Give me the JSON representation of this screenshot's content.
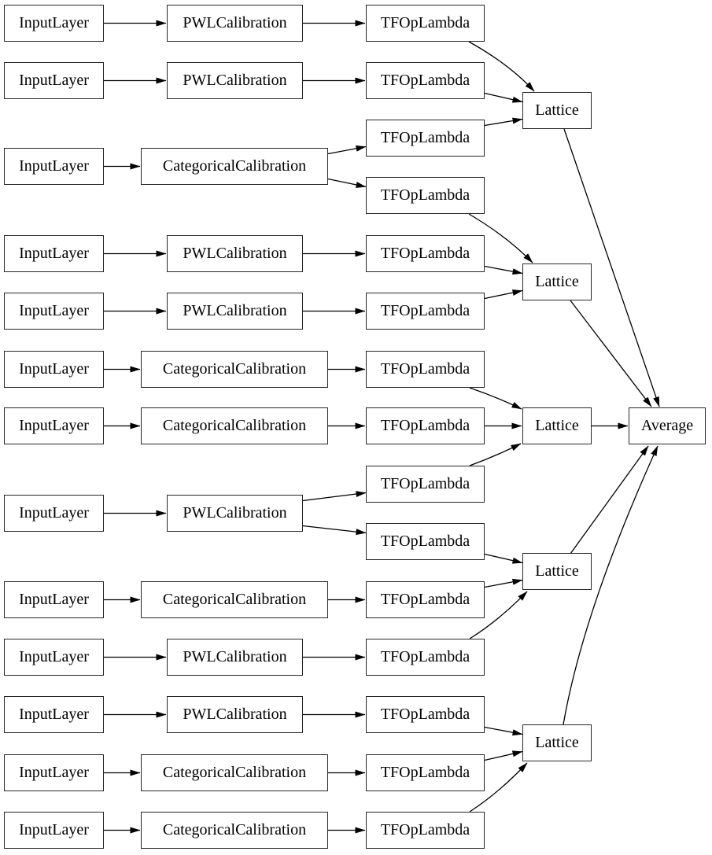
{
  "diagram": {
    "kind": "keras-model-graph",
    "colors": {
      "background": "#ffffff",
      "node_fill": "#ffffff",
      "node_border": "#262626",
      "edge": "#000000",
      "text": "#000000"
    },
    "nodes": [
      {
        "id": "input0",
        "type": "InputLayer",
        "label": "InputLayer"
      },
      {
        "id": "input1",
        "type": "InputLayer",
        "label": "InputLayer"
      },
      {
        "id": "input2",
        "type": "InputLayer",
        "label": "InputLayer"
      },
      {
        "id": "input3",
        "type": "InputLayer",
        "label": "InputLayer"
      },
      {
        "id": "input4",
        "type": "InputLayer",
        "label": "InputLayer"
      },
      {
        "id": "input5",
        "type": "InputLayer",
        "label": "InputLayer"
      },
      {
        "id": "input6",
        "type": "InputLayer",
        "label": "InputLayer"
      },
      {
        "id": "input7",
        "type": "InputLayer",
        "label": "InputLayer"
      },
      {
        "id": "input8",
        "type": "InputLayer",
        "label": "InputLayer"
      },
      {
        "id": "input9",
        "type": "InputLayer",
        "label": "InputLayer"
      },
      {
        "id": "input10",
        "type": "InputLayer",
        "label": "InputLayer"
      },
      {
        "id": "input11",
        "type": "InputLayer",
        "label": "InputLayer"
      },
      {
        "id": "input12",
        "type": "InputLayer",
        "label": "InputLayer"
      },
      {
        "id": "cal0",
        "type": "PWLCalibration",
        "label": "PWLCalibration"
      },
      {
        "id": "cal1",
        "type": "PWLCalibration",
        "label": "PWLCalibration"
      },
      {
        "id": "cal2",
        "type": "CategoricalCalibration",
        "label": "CategoricalCalibration"
      },
      {
        "id": "cal3",
        "type": "PWLCalibration",
        "label": "PWLCalibration"
      },
      {
        "id": "cal4",
        "type": "PWLCalibration",
        "label": "PWLCalibration"
      },
      {
        "id": "cal5",
        "type": "CategoricalCalibration",
        "label": "CategoricalCalibration"
      },
      {
        "id": "cal6",
        "type": "CategoricalCalibration",
        "label": "CategoricalCalibration"
      },
      {
        "id": "cal7",
        "type": "PWLCalibration",
        "label": "PWLCalibration"
      },
      {
        "id": "cal8",
        "type": "CategoricalCalibration",
        "label": "CategoricalCalibration"
      },
      {
        "id": "cal9",
        "type": "PWLCalibration",
        "label": "PWLCalibration"
      },
      {
        "id": "cal10",
        "type": "PWLCalibration",
        "label": "PWLCalibration"
      },
      {
        "id": "cal11",
        "type": "CategoricalCalibration",
        "label": "CategoricalCalibration"
      },
      {
        "id": "cal12",
        "type": "CategoricalCalibration",
        "label": "CategoricalCalibration"
      },
      {
        "id": "tfop0",
        "type": "TFOpLambda",
        "label": "TFOpLambda"
      },
      {
        "id": "tfop1",
        "type": "TFOpLambda",
        "label": "TFOpLambda"
      },
      {
        "id": "tfop2",
        "type": "TFOpLambda",
        "label": "TFOpLambda"
      },
      {
        "id": "tfop3",
        "type": "TFOpLambda",
        "label": "TFOpLambda"
      },
      {
        "id": "tfop4",
        "type": "TFOpLambda",
        "label": "TFOpLambda"
      },
      {
        "id": "tfop5",
        "type": "TFOpLambda",
        "label": "TFOpLambda"
      },
      {
        "id": "tfop6",
        "type": "TFOpLambda",
        "label": "TFOpLambda"
      },
      {
        "id": "tfop7",
        "type": "TFOpLambda",
        "label": "TFOpLambda"
      },
      {
        "id": "tfop8",
        "type": "TFOpLambda",
        "label": "TFOpLambda"
      },
      {
        "id": "tfop9",
        "type": "TFOpLambda",
        "label": "TFOpLambda"
      },
      {
        "id": "tfop10",
        "type": "TFOpLambda",
        "label": "TFOpLambda"
      },
      {
        "id": "tfop11",
        "type": "TFOpLambda",
        "label": "TFOpLambda"
      },
      {
        "id": "tfop12",
        "type": "TFOpLambda",
        "label": "TFOpLambda"
      },
      {
        "id": "tfop13",
        "type": "TFOpLambda",
        "label": "TFOpLambda"
      },
      {
        "id": "tfop14",
        "type": "TFOpLambda",
        "label": "TFOpLambda"
      },
      {
        "id": "lattice0",
        "type": "Lattice",
        "label": "Lattice"
      },
      {
        "id": "lattice1",
        "type": "Lattice",
        "label": "Lattice"
      },
      {
        "id": "lattice2",
        "type": "Lattice",
        "label": "Lattice"
      },
      {
        "id": "lattice3",
        "type": "Lattice",
        "label": "Lattice"
      },
      {
        "id": "lattice4",
        "type": "Lattice",
        "label": "Lattice"
      },
      {
        "id": "avg",
        "type": "Average",
        "label": "Average"
      }
    ],
    "edges": [
      {
        "from": "input0",
        "to": "cal0"
      },
      {
        "from": "input1",
        "to": "cal1"
      },
      {
        "from": "input2",
        "to": "cal2"
      },
      {
        "from": "input3",
        "to": "cal3"
      },
      {
        "from": "input4",
        "to": "cal4"
      },
      {
        "from": "input5",
        "to": "cal5"
      },
      {
        "from": "input6",
        "to": "cal6"
      },
      {
        "from": "input7",
        "to": "cal7"
      },
      {
        "from": "input8",
        "to": "cal8"
      },
      {
        "from": "input9",
        "to": "cal9"
      },
      {
        "from": "input10",
        "to": "cal10"
      },
      {
        "from": "input11",
        "to": "cal11"
      },
      {
        "from": "input12",
        "to": "cal12"
      },
      {
        "from": "cal0",
        "to": "tfop0"
      },
      {
        "from": "cal1",
        "to": "tfop1"
      },
      {
        "from": "cal2",
        "to": "tfop2"
      },
      {
        "from": "cal2",
        "to": "tfop3"
      },
      {
        "from": "cal3",
        "to": "tfop4"
      },
      {
        "from": "cal4",
        "to": "tfop5"
      },
      {
        "from": "cal5",
        "to": "tfop6"
      },
      {
        "from": "cal6",
        "to": "tfop7"
      },
      {
        "from": "cal7",
        "to": "tfop8"
      },
      {
        "from": "cal7",
        "to": "tfop9"
      },
      {
        "from": "cal8",
        "to": "tfop10"
      },
      {
        "from": "cal9",
        "to": "tfop11"
      },
      {
        "from": "cal10",
        "to": "tfop12"
      },
      {
        "from": "cal11",
        "to": "tfop13"
      },
      {
        "from": "cal12",
        "to": "tfop14"
      },
      {
        "from": "tfop0",
        "to": "lattice0"
      },
      {
        "from": "tfop1",
        "to": "lattice0"
      },
      {
        "from": "tfop2",
        "to": "lattice0"
      },
      {
        "from": "tfop3",
        "to": "lattice1"
      },
      {
        "from": "tfop4",
        "to": "lattice1"
      },
      {
        "from": "tfop5",
        "to": "lattice1"
      },
      {
        "from": "tfop6",
        "to": "lattice2"
      },
      {
        "from": "tfop7",
        "to": "lattice2"
      },
      {
        "from": "tfop8",
        "to": "lattice2"
      },
      {
        "from": "tfop9",
        "to": "lattice3"
      },
      {
        "from": "tfop10",
        "to": "lattice3"
      },
      {
        "from": "tfop11",
        "to": "lattice3"
      },
      {
        "from": "tfop12",
        "to": "lattice4"
      },
      {
        "from": "tfop13",
        "to": "lattice4"
      },
      {
        "from": "tfop14",
        "to": "lattice4"
      },
      {
        "from": "lattice0",
        "to": "avg"
      },
      {
        "from": "lattice1",
        "to": "avg"
      },
      {
        "from": "lattice2",
        "to": "avg"
      },
      {
        "from": "lattice3",
        "to": "avg"
      },
      {
        "from": "lattice4",
        "to": "avg"
      }
    ]
  }
}
